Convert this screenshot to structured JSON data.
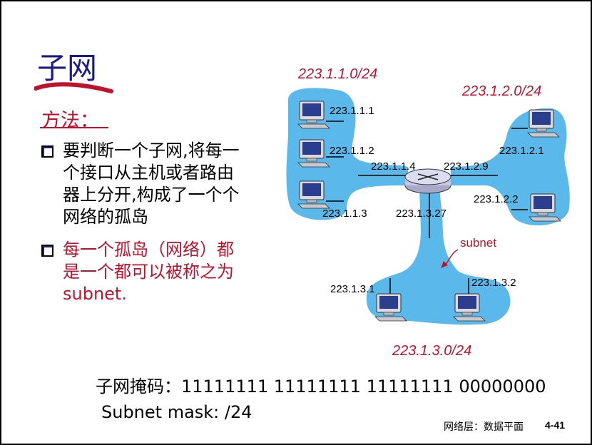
{
  "slide": {
    "title": "子网",
    "method_label": "方法：",
    "bullets": [
      "要判断一个子网,将每一\n个接口从主机或者路由\n器上分开,构成了一个个\n网络的孤岛",
      "每一个孤岛（网络）都\n是一个都可以被称之为\nsubnet."
    ],
    "mask_cn": "子网掩码：11111111 11111111 11111111 00000000",
    "mask_en": "Subnet mask: /24",
    "footer": "网络层：数据平面",
    "page_number": "4-41"
  },
  "diagram": {
    "networks": {
      "net1": "223.1.1.0/24",
      "net2": "223.1.2.0/24",
      "net3": "223.1.3.0/24"
    },
    "interfaces": {
      "h111": "223.1.1.1",
      "h112": "223.1.1.2",
      "r114": "223.1.1.4",
      "r129": "223.1.2.9",
      "h113": "223.1.1.3",
      "r1327": "223.1.3.27",
      "h121": "223.1.2.1",
      "h122": "223.1.2.2",
      "h131": "223.1.3.1",
      "h132": "223.1.3.2"
    },
    "subnet_callout": "subnet",
    "colors": {
      "subnet_fill": "#5bb8ea",
      "title": "#1a1a8c",
      "accent": "#c0122c"
    }
  }
}
